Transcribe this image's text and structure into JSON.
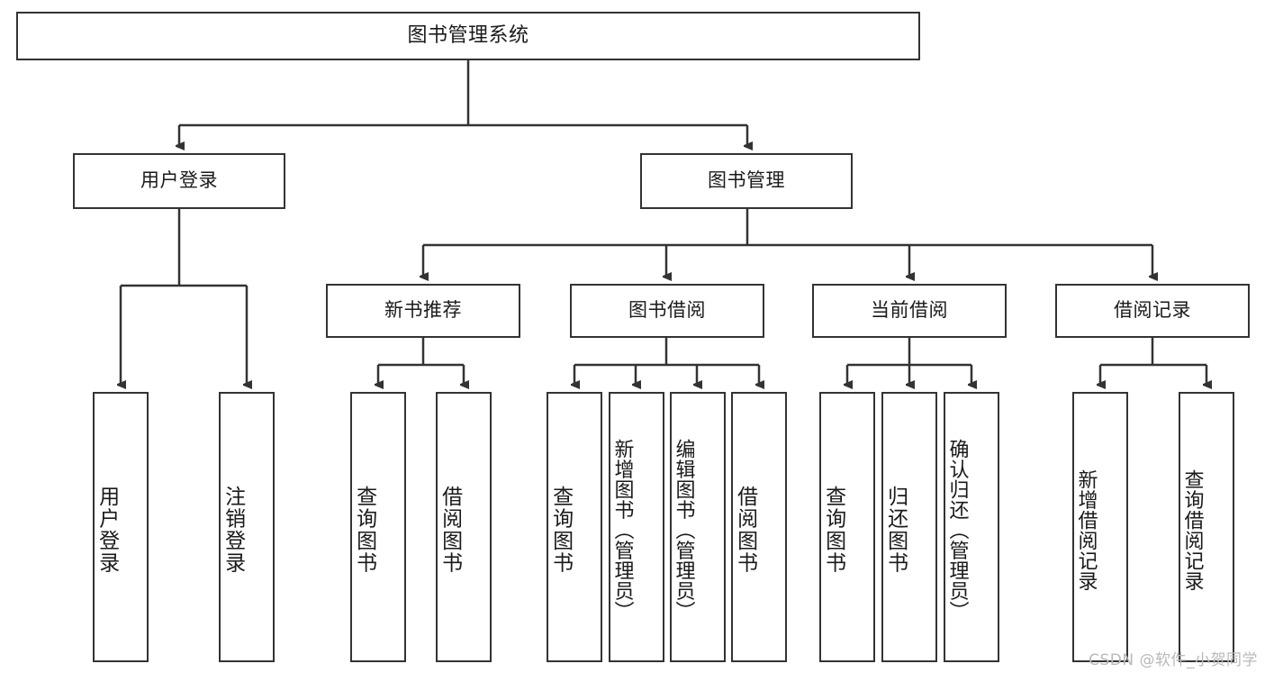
{
  "diagram": {
    "title": "图书管理系统",
    "type": "tree",
    "watermark": "CSDN @软件_小贺同学",
    "colors": {
      "box_border": "#333333",
      "box_fill": "#ffffff",
      "connector": "#333333",
      "text": "#1a1a1a",
      "watermark": "#b9b9b9",
      "background": "#ffffff"
    },
    "root": {
      "label": "图书管理系统"
    },
    "level2": [
      {
        "label": "用户登录"
      },
      {
        "label": "图书管理"
      }
    ],
    "level3": [
      {
        "label": "新书推荐"
      },
      {
        "label": "图书借阅"
      },
      {
        "label": "当前借阅"
      },
      {
        "label": "借阅记录"
      }
    ],
    "leaves": {
      "user_login": [
        {
          "label": "用户登录"
        },
        {
          "label": "注销登录"
        }
      ],
      "new_book": [
        {
          "label": "查询图书"
        },
        {
          "label": "借阅图书"
        }
      ],
      "book_borrow": [
        {
          "label": "查询图书"
        },
        {
          "label": "新增图书（管理员）"
        },
        {
          "label": "编辑图书（管理员）"
        },
        {
          "label": "借阅图书"
        }
      ],
      "current_borrow": [
        {
          "label": "查询图书"
        },
        {
          "label": "归还图书"
        },
        {
          "label": "确认归还（管理员）"
        }
      ],
      "borrow_record": [
        {
          "label": "新增借阅记录"
        },
        {
          "label": "查询借阅记录"
        }
      ]
    }
  }
}
